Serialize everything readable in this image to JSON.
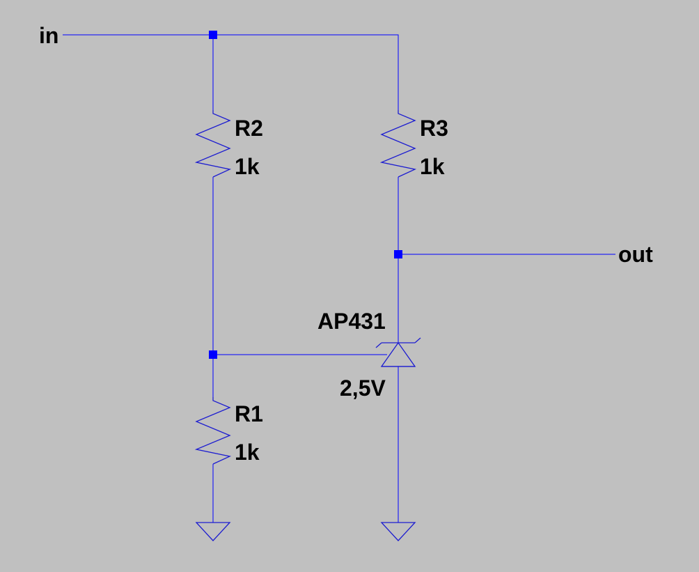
{
  "schematic": {
    "nets": {
      "input": "in",
      "output": "out"
    },
    "components": {
      "r2": {
        "ref": "R2",
        "value": "1k"
      },
      "r3": {
        "ref": "R3",
        "value": "1k"
      },
      "r1": {
        "ref": "R1",
        "value": "1k"
      },
      "shunt_ref": {
        "ref": "AP431",
        "value": "2,5V"
      }
    },
    "colors": {
      "background": "#c0c0c0",
      "wire": "#0000ff",
      "text": "#000000"
    }
  }
}
